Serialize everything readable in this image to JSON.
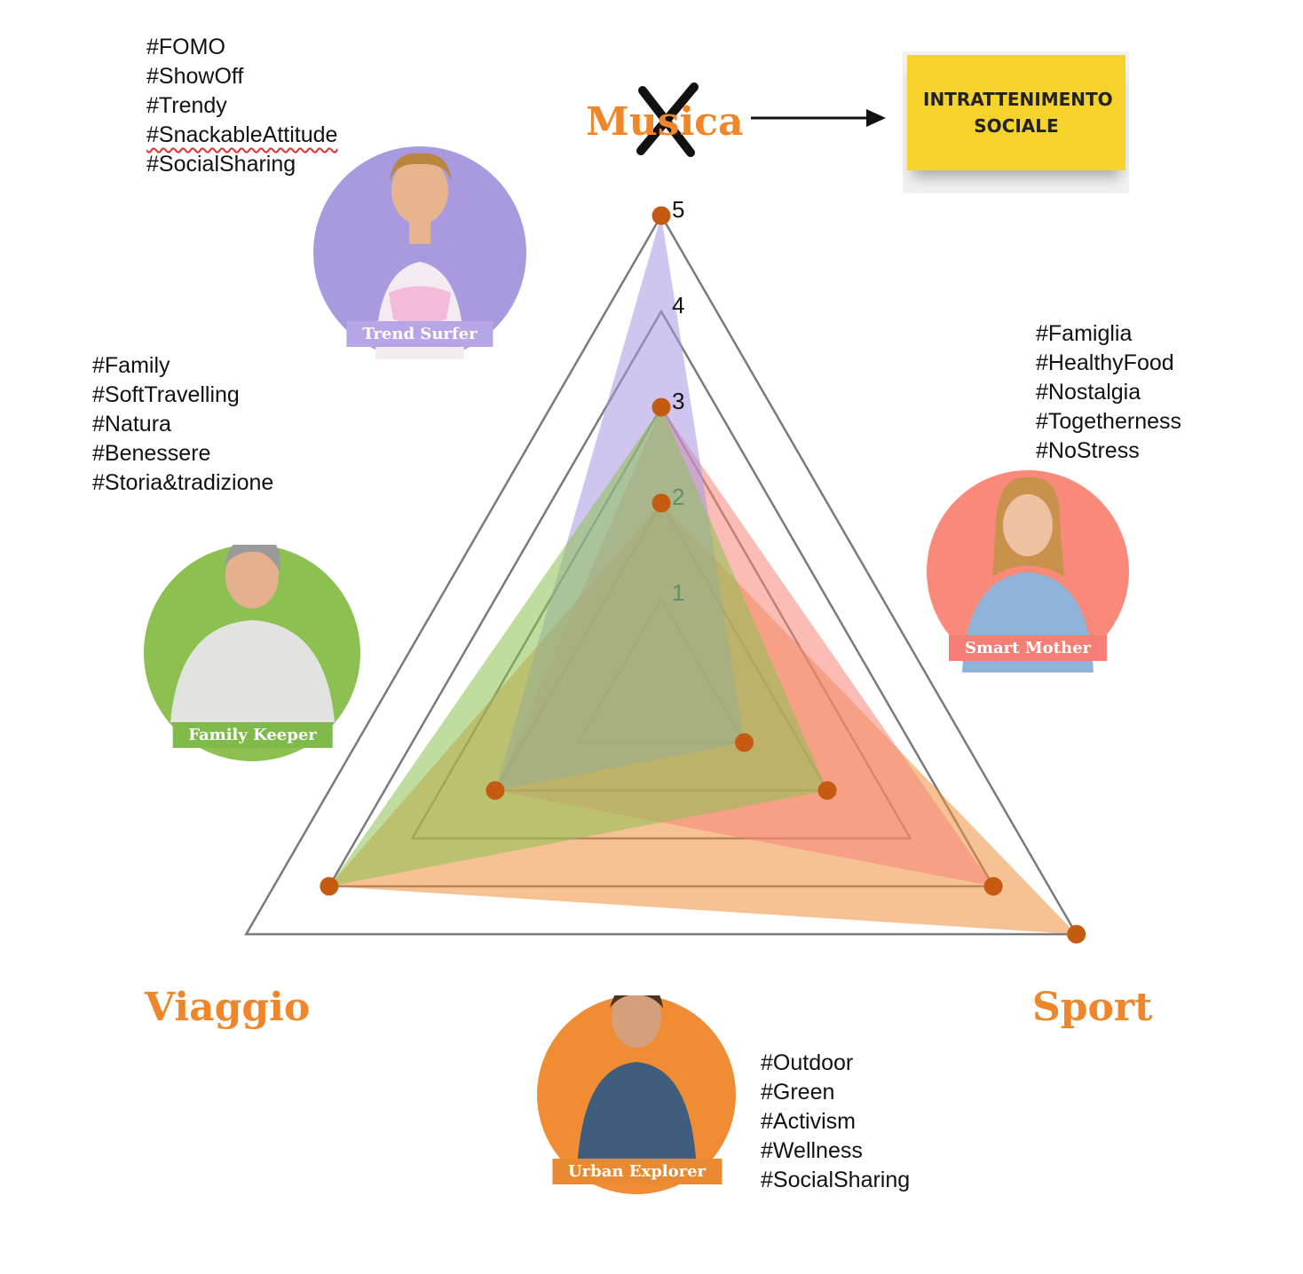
{
  "chart_data": {
    "type": "radar",
    "axes": [
      "Musica",
      "Sport",
      "Viaggio"
    ],
    "scale_labels": [
      "1",
      "2",
      "3",
      "4",
      "5"
    ],
    "rlim": [
      0,
      5
    ],
    "series": [
      {
        "name": "Trend Surfer",
        "color": "#a895e2",
        "values": [
          5,
          1,
          2
        ]
      },
      {
        "name": "Smart Mother",
        "color": "#f8857a",
        "values": [
          3,
          4,
          2
        ]
      },
      {
        "name": "Family Keeper",
        "color": "#8cc152",
        "values": [
          3,
          2,
          4
        ]
      },
      {
        "name": "Urban Explorer",
        "color": "#f0903a",
        "values": [
          2,
          5,
          4
        ]
      }
    ],
    "annotation": "INTRATTENIMENTO SOCIALE"
  },
  "personas": {
    "trend_surfer": {
      "label": "Trend Surfer",
      "color": "#a99ae0",
      "badge": "#b7a9e6",
      "tags": [
        "#FOMO",
        "#ShowOff",
        "#Trendy",
        "#SnackableAttitude",
        "#SocialSharing"
      ]
    },
    "smart_mother": {
      "label": "Smart Mother",
      "color": "#f98a7a",
      "badge": "#f47f74",
      "tags": [
        "#Famiglia",
        "#HealthyFood",
        "#Nostalgia",
        "#Togetherness",
        "#NoStress"
      ]
    },
    "family_keeper": {
      "label": "Family Keeper",
      "color": "#8cc152",
      "badge": "#7fba4a",
      "tags": [
        "#Family",
        "#SoftTravelling",
        "#Natura",
        "#Benessere",
        "#Storia&tradizione"
      ]
    },
    "urban_explorer": {
      "label": "Urban Explorer",
      "color": "#ef8c34",
      "badge": "#e98a33",
      "tags": [
        "#Outdoor",
        "#Green",
        "#Activism",
        "#Wellness",
        "#SocialSharing"
      ]
    }
  },
  "axis_labels": {
    "top": "Musica",
    "right": "Sport",
    "left": "Viaggio"
  },
  "marker_color": "#c55a11",
  "accent_color": "#f0862a"
}
